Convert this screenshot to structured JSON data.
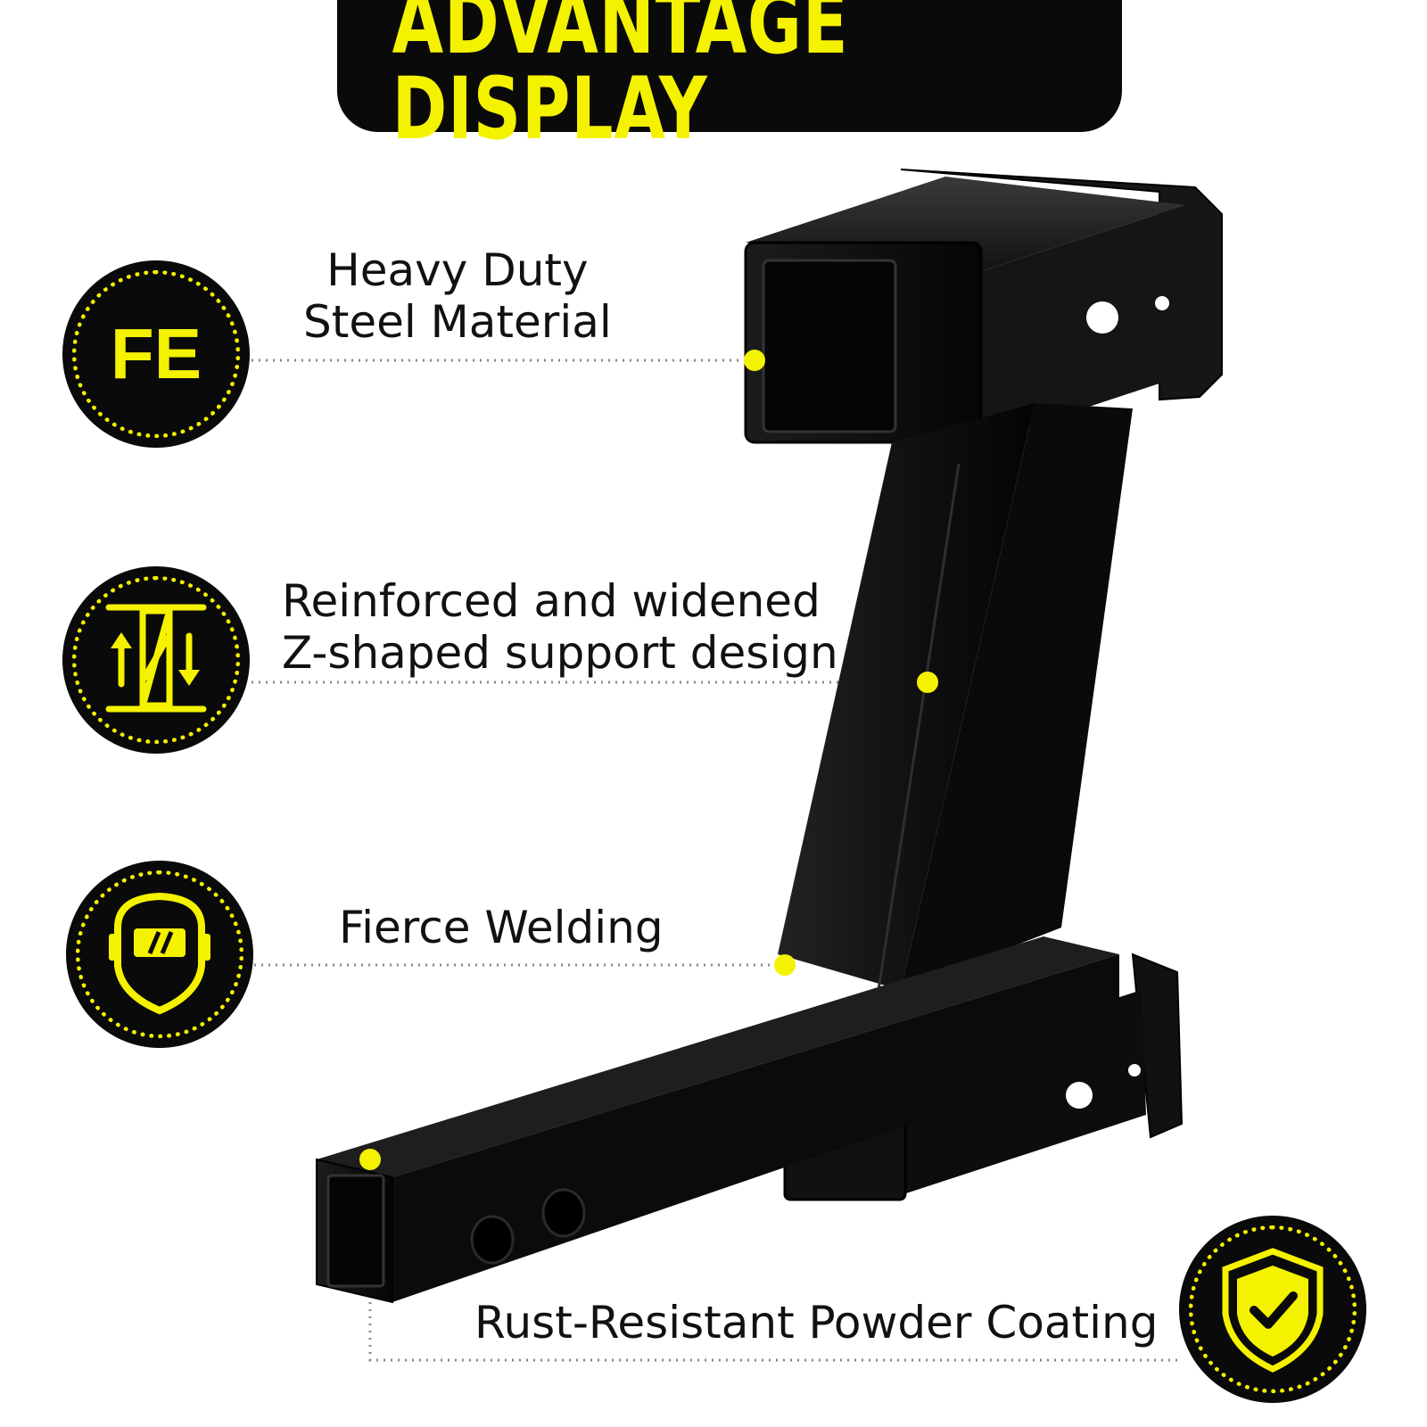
{
  "banner": {
    "title": "ADVANTAGE DISPLAY"
  },
  "features": [
    {
      "icon": "fe-icon",
      "lines": [
        "Heavy Duty",
        "Steel Material"
      ]
    },
    {
      "icon": "support-beam-icon",
      "lines": [
        "Reinforced and widened",
        "Z-shaped support design"
      ]
    },
    {
      "icon": "welding-helmet-icon",
      "lines": [
        "Fierce Welding"
      ]
    },
    {
      "icon": "shield-check-icon",
      "lines": [
        "Rust-Resistant Powder Coating"
      ]
    }
  ],
  "fe_badge": {
    "text": "FE"
  },
  "colors": {
    "accent": "#f5f200",
    "dark": "#0a0a0a",
    "text": "#111111"
  },
  "product": {
    "name": "hitch-drop-receiver-icon"
  }
}
